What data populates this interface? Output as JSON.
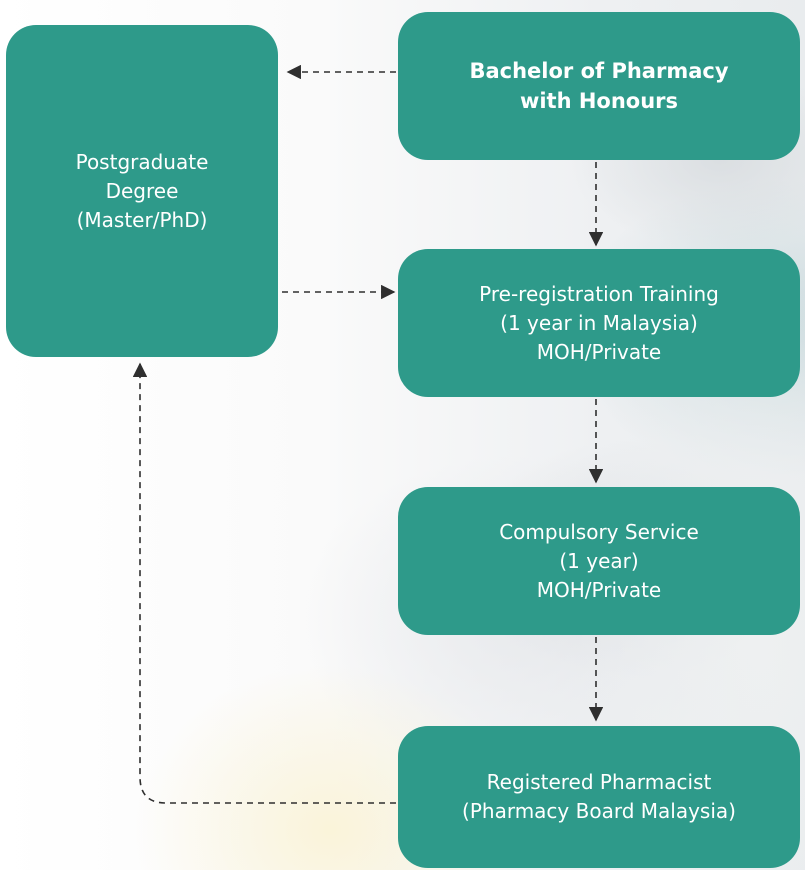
{
  "colors": {
    "box_fill": "#2e9a8a",
    "box_text": "#ffffff",
    "connector": "#2f2f2f"
  },
  "diagram": {
    "postgraduate": {
      "lines": [
        "Postgraduate",
        "Degree",
        "(Master/PhD)"
      ]
    },
    "bachelor": {
      "lines": [
        "Bachelor of Pharmacy",
        "with Honours"
      ]
    },
    "preregistration": {
      "lines": [
        "Pre-registration Training",
        "(1 year in Malaysia)",
        "MOH/Private"
      ]
    },
    "compulsory": {
      "lines": [
        "Compulsory Service",
        "(1 year)",
        "MOH/Private"
      ]
    },
    "registered": {
      "lines": [
        "Registered Pharmacist",
        "(Pharmacy Board Malaysia)"
      ]
    }
  }
}
